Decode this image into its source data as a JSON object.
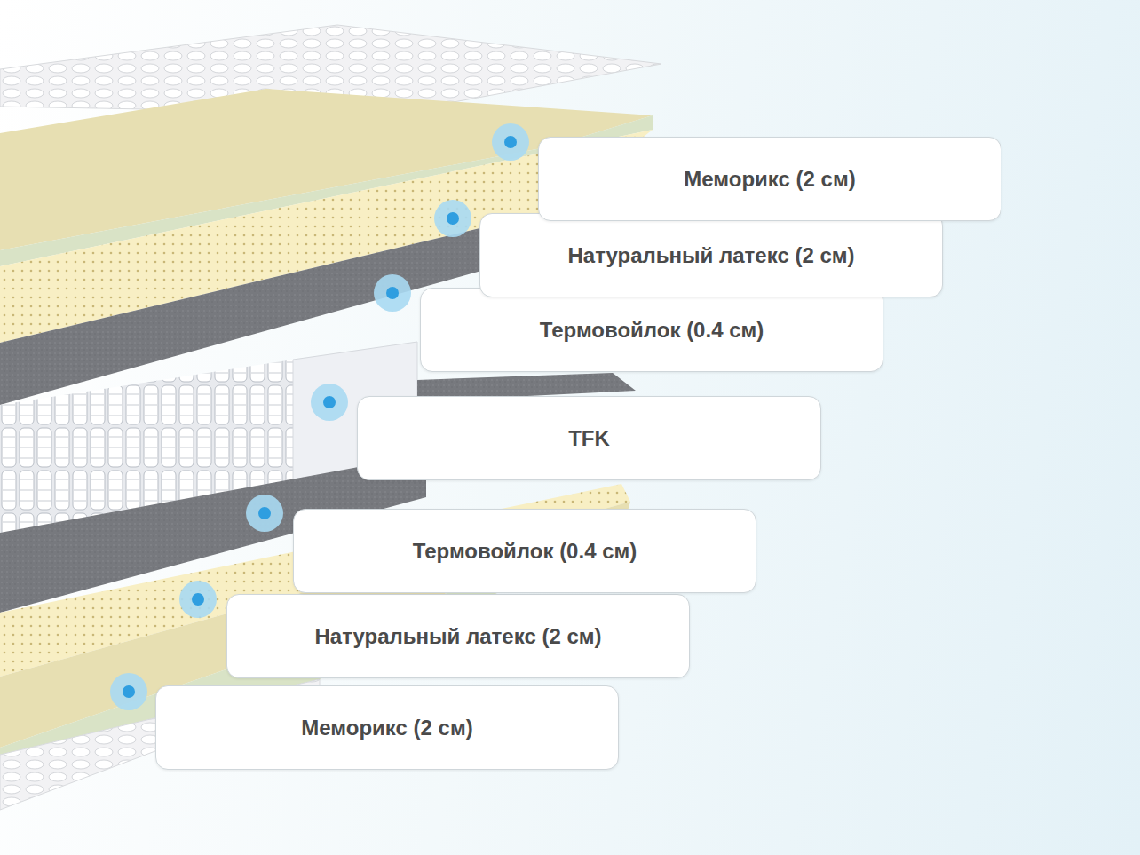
{
  "diagram": {
    "nodes": [
      {
        "text": [
          "Меморикс (2 см)"
        ]
      },
      {
        "text": [
          "Натуральный латекс (2 см)"
        ]
      },
      {
        "text": [
          "Термовойлок (0.4 см)"
        ]
      },
      {
        "text": [
          "TFK"
        ]
      },
      {
        "text": [
          "Термовойлок (0.4 см)"
        ]
      },
      {
        "text": [
          "Натуральный латекс (2 см)"
        ]
      },
      {
        "text": [
          "Меморикс (2 см)"
        ]
      }
    ]
  }
}
